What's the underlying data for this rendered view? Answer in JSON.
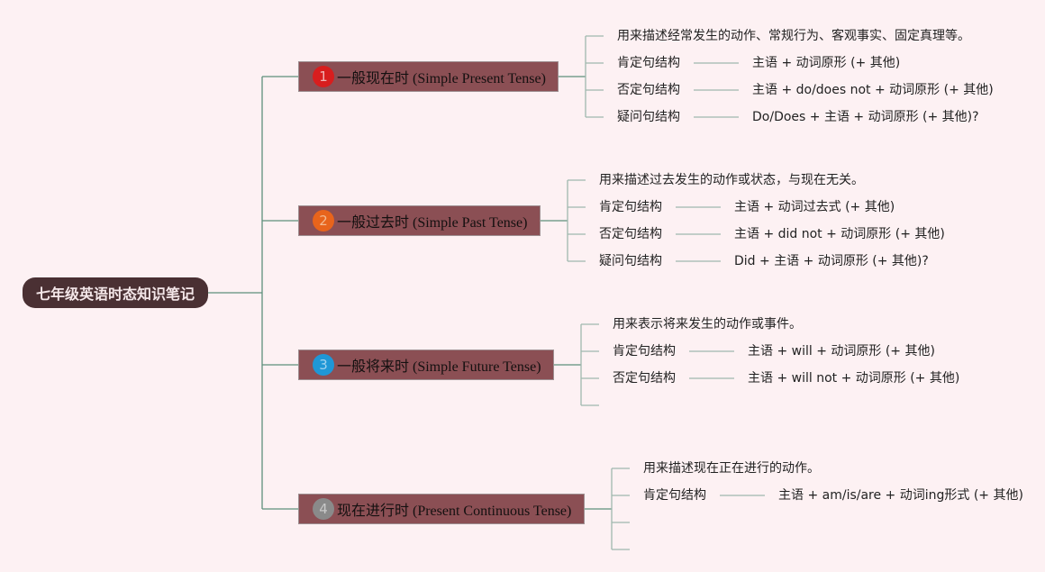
{
  "root": {
    "title": "七年级英语时态知识笔记"
  },
  "colors": {
    "background": "#fdf1f3",
    "root_fill": "#4a3033",
    "branch_fill": "#8b4f54",
    "line": "#5e8f7c",
    "leaf_line": "#9fb8ae"
  },
  "branches": [
    {
      "number": "1",
      "badge_color": "#d81e1e",
      "badge_text_color": "#f0b3b3",
      "title": "一般现在时 (Simple Present Tense)",
      "description": "用来描述经常发生的动作、常规行为、客观事实、固定真理等。",
      "rows": [
        {
          "label": "肯定句结构",
          "value": "主语 + 动词原形 (+ 其他)"
        },
        {
          "label": "否定句结构",
          "value": "主语 + do/does not + 动词原形 (+ 其他)"
        },
        {
          "label": "疑问句结构",
          "value": "Do/Does + 主语 + 动词原形 (+ 其他)?"
        }
      ]
    },
    {
      "number": "2",
      "badge_color": "#e8641c",
      "badge_text_color": "#f3b98f",
      "title": "一般过去时 (Simple Past Tense)",
      "description": "用来描述过去发生的动作或状态，与现在无关。",
      "rows": [
        {
          "label": "肯定句结构",
          "value": "主语 + 动词过去式 (+ 其他)"
        },
        {
          "label": "否定句结构",
          "value": "主语 + did not + 动词原形 (+ 其他)"
        },
        {
          "label": "疑问句结构",
          "value": "Did + 主语 + 动词原形 (+ 其他)?"
        }
      ]
    },
    {
      "number": "3",
      "badge_color": "#1f97d6",
      "badge_text_color": "#9fd2ef",
      "title": "一般将来时 (Simple Future Tense)",
      "description": "用来表示将来发生的动作或事件。",
      "rows": [
        {
          "label": "肯定句结构",
          "value": "主语 + will + 动词原形 (+ 其他)"
        },
        {
          "label": "否定句结构",
          "value": "主语 + will not + 动词原形 (+ 其他)"
        }
      ]
    },
    {
      "number": "4",
      "badge_color": "#8a8a8a",
      "badge_text_color": "#c9c9c9",
      "title": "现在进行时 (Present Continuous Tense)",
      "description": "用来描述现在正在进行的动作。",
      "rows": [
        {
          "label": "肯定句结构",
          "value": "主语 + am/is/are + 动词ing形式 (+ 其他)"
        }
      ]
    }
  ]
}
